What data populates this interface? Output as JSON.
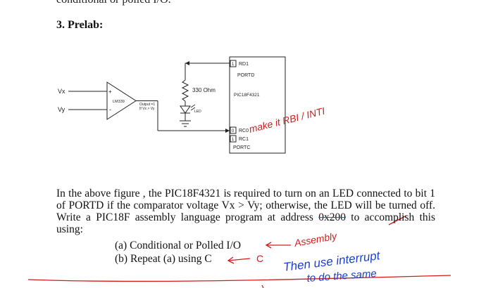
{
  "header": {
    "cut_text": "conditional or polled I/O.",
    "section_heading": "3. Prelab:"
  },
  "figure": {
    "input_x": "Vx",
    "input_y": "Vy",
    "comparator": "LM339",
    "plus_sign": "+",
    "minus_sign": "-",
    "output_line1": "Output =1",
    "output_line2": "If Vx > Vy",
    "resistor_label": "330 Ohm",
    "led_label": "LED",
    "pin_rd1_num": "1",
    "pin_rd1": "RD1",
    "portd": "PORTD",
    "chip": "PIC18F4321",
    "pin_rc0_num": "0",
    "pin_rc0": "RC0",
    "pin_rc1_num": "1",
    "pin_rc1": "RC1",
    "portc": "PORTC"
  },
  "body": {
    "paragraph_before": "In the above figure , the PIC18F4321 is required to turn on an LED connected to bit 1 of PORTD if the comparator voltage Vx > Vy; otherwise, the LED will be turned off. Write a PIC18F assembly language program at address ",
    "address": "0x200",
    "paragraph_after": " to accomplish this using:",
    "option_a": "(a)  Conditional or Polled I/O",
    "option_b": "(b)  Repeat (a) using C"
  },
  "annotations": {
    "make_it": "make it RBI / INTI",
    "assembly": "Assembly",
    "c_mark": "C",
    "then_use": "Then use interrupt",
    "to_do": "to do the same"
  },
  "colors": {
    "ink_red": "#d11c1c",
    "ink_blue": "#1a3fd6",
    "circuit": "#222222"
  }
}
